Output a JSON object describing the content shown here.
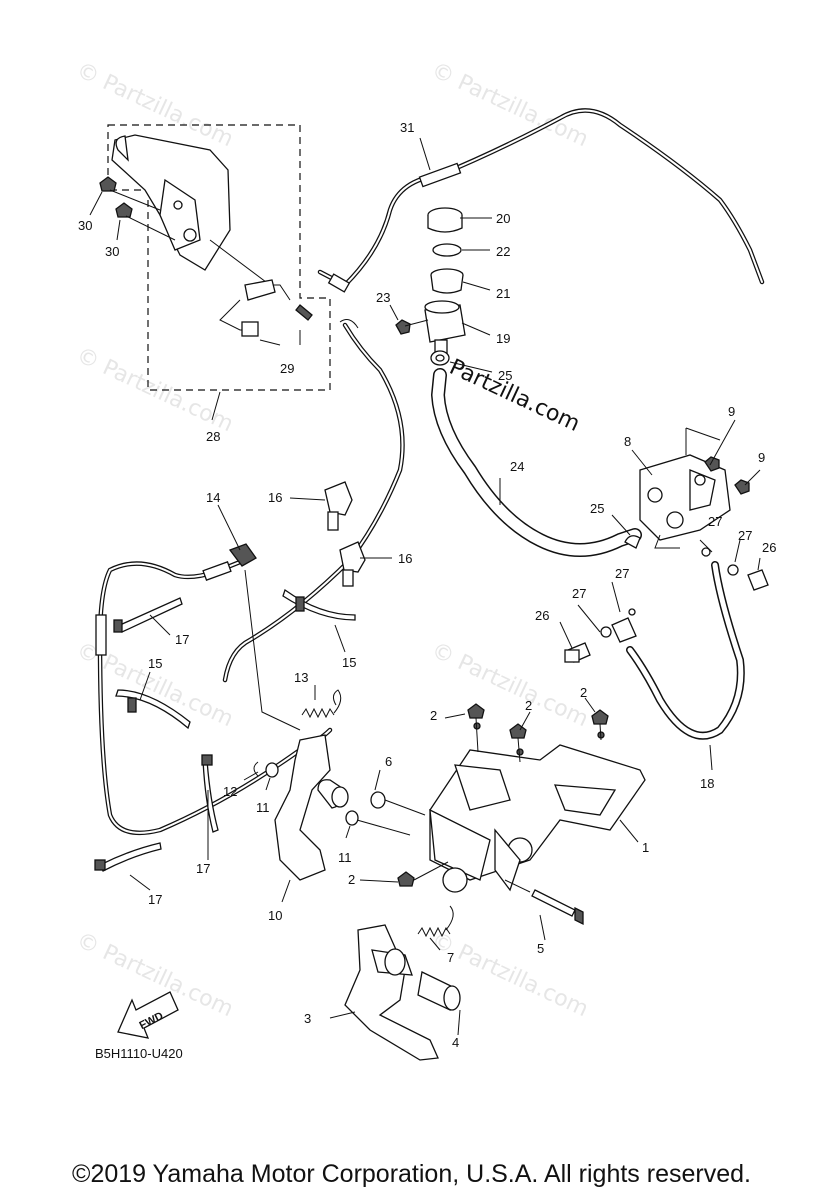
{
  "diagram": {
    "watermark": "© Partzilla.com",
    "callouts": [
      "1",
      "2",
      "3",
      "4",
      "5",
      "6",
      "7",
      "8",
      "9",
      "10",
      "11",
      "12",
      "13",
      "14",
      "15",
      "16",
      "17",
      "18",
      "19",
      "20",
      "21",
      "22",
      "23",
      "24",
      "25",
      "26",
      "27",
      "28",
      "29",
      "30",
      "31"
    ],
    "fwd_label": "FWD",
    "diagram_code": "B5H1110-U420",
    "site_watermark": "Partzilla.com"
  },
  "footer": {
    "copyright": "©2019 Yamaha Motor Corporation, U.S.A. All rights reserved."
  }
}
